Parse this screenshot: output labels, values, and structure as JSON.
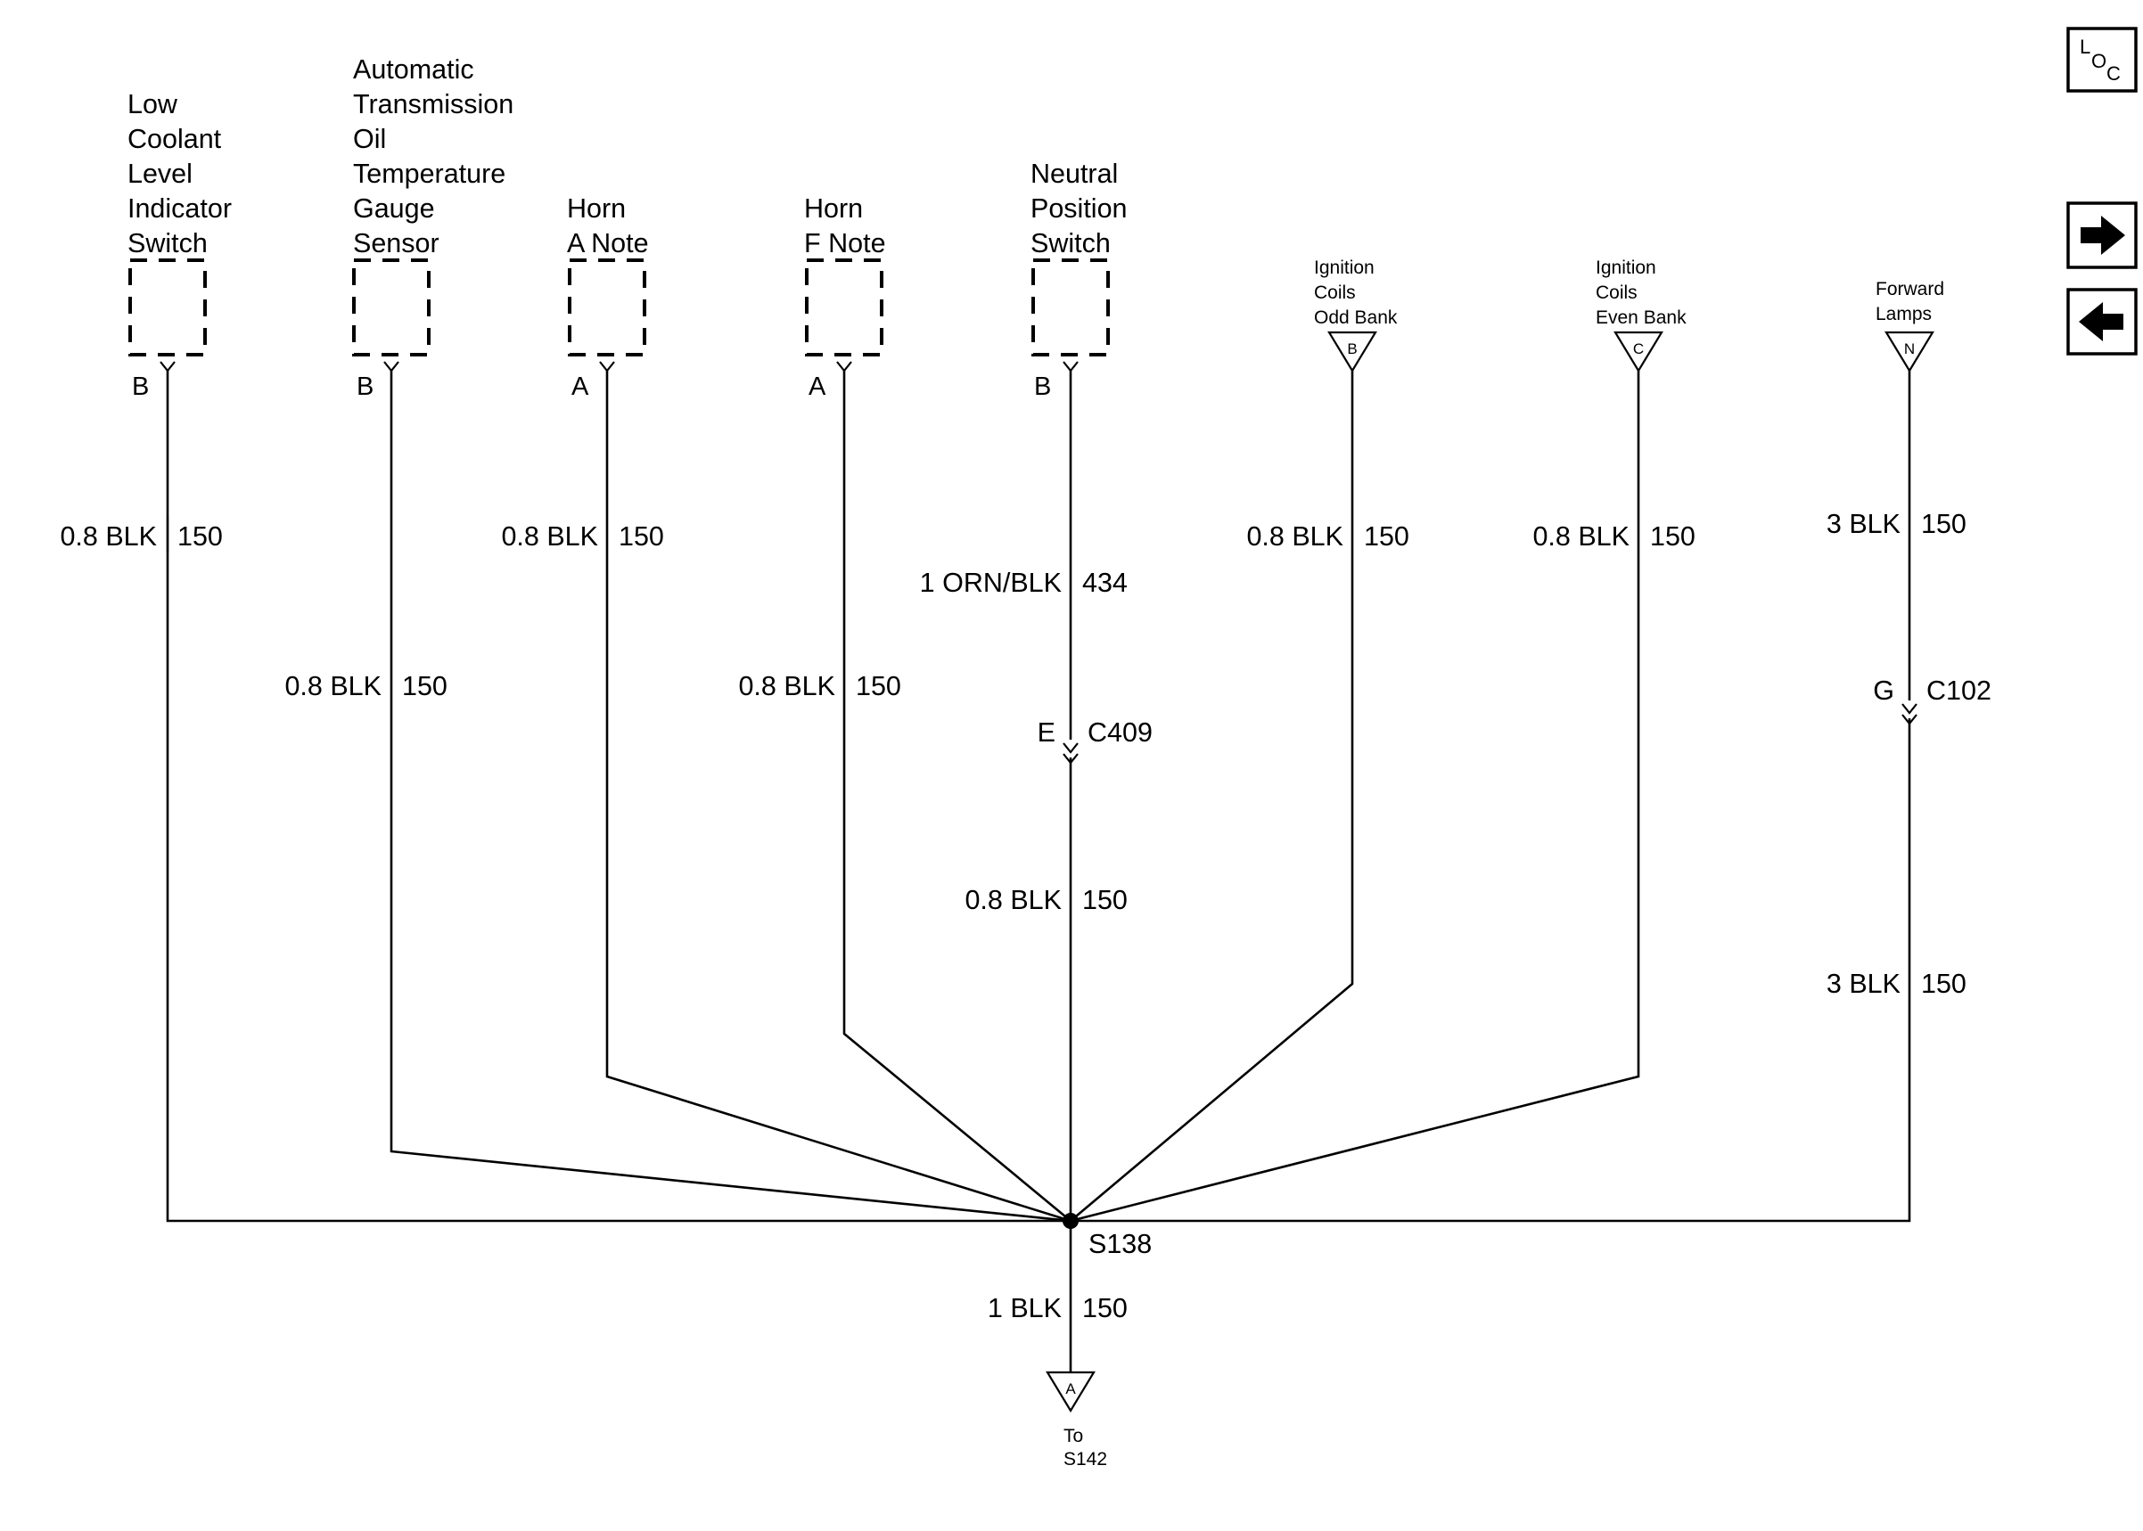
{
  "components": [
    {
      "lines": [
        "Low",
        "Coolant",
        "Level",
        "Indicator",
        "Switch"
      ],
      "pin": "B"
    },
    {
      "lines": [
        "Automatic",
        "Transmission",
        "Oil",
        "Temperature",
        "Gauge",
        "Sensor"
      ],
      "pin": "B"
    },
    {
      "lines": [
        "Horn",
        "A Note"
      ],
      "pin": "A"
    },
    {
      "lines": [
        "Horn",
        "F Note"
      ],
      "pin": "A"
    },
    {
      "lines": [
        "Neutral",
        "Position",
        "Switch"
      ],
      "pin": "B"
    }
  ],
  "offpage": [
    {
      "lines": [
        "Ignition",
        "Coils",
        "Odd Bank"
      ],
      "letter": "B"
    },
    {
      "lines": [
        "Ignition",
        "Coils",
        "Even Bank"
      ],
      "letter": "C"
    },
    {
      "lines": [
        "Forward",
        "Lamps"
      ],
      "letter": "N"
    }
  ],
  "wires": [
    {
      "size": "0.8 BLK",
      "circuit": "150"
    },
    {
      "size": "0.8 BLK",
      "circuit": "150"
    },
    {
      "size": "0.8 BLK",
      "circuit": "150"
    },
    {
      "size": "0.8 BLK",
      "circuit": "150"
    },
    {
      "size": "1 ORN/BLK",
      "circuit": "434"
    },
    {
      "size": "0.8 BLK",
      "circuit": "150"
    },
    {
      "size": "0.8 BLK",
      "circuit": "150"
    },
    {
      "size": "0.8 BLK",
      "circuit": "150"
    },
    {
      "size": "3 BLK",
      "circuit": "150"
    },
    {
      "size": "3 BLK",
      "circuit": "150"
    },
    {
      "size": "1 BLK",
      "circuit": "150"
    }
  ],
  "connectors": [
    {
      "pin": "E",
      "name": "C409"
    },
    {
      "pin": "G",
      "name": "C102"
    }
  ],
  "splice": {
    "name": "S138"
  },
  "destination": {
    "letter": "A",
    "lines": [
      "To",
      "S142"
    ]
  },
  "nav": {
    "loc_l": "L",
    "loc_o": "O",
    "loc_c": "C"
  }
}
